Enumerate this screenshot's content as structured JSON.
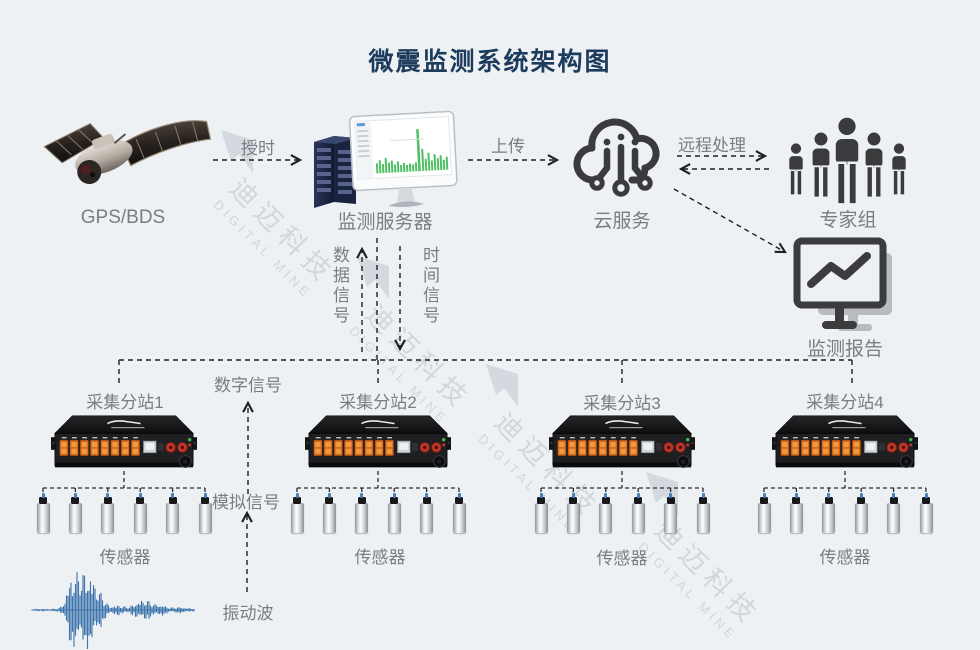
{
  "title": "微震监测系统架构图",
  "watermark": {
    "cn": "迪迈科技",
    "en": "DIGITAL MINE"
  },
  "colors": {
    "background": "#edf1f4",
    "title": "#1d3b5c",
    "label": "#7a7d81",
    "arrow": "#1f1f1f",
    "waveform": "#3f75ad",
    "icon_dark": "#3b3b3d",
    "icon_shadow": "#b8bcbf",
    "device_orange": "#e07a24"
  },
  "nodes": {
    "satellite": {
      "label": "GPS/BDS"
    },
    "server": {
      "label": "监测服务器"
    },
    "cloud": {
      "label": "云服务"
    },
    "experts": {
      "label": "专家组"
    },
    "report": {
      "label": "监测报告"
    }
  },
  "edges": {
    "timing": "授时",
    "upload": "上传",
    "remote": "远程处理",
    "data_signal": "数据信号",
    "time_signal": "时间信号",
    "digital_signal": "数字信号",
    "analog_signal": "模拟信号",
    "vibration_wave": "振动波"
  },
  "stations": [
    {
      "label": "采集分站1",
      "sensor_label": "传感器"
    },
    {
      "label": "采集分站2",
      "sensor_label": "传感器"
    },
    {
      "label": "采集分站3",
      "sensor_label": "传感器"
    },
    {
      "label": "采集分站4",
      "sensor_label": "传感器"
    }
  ]
}
